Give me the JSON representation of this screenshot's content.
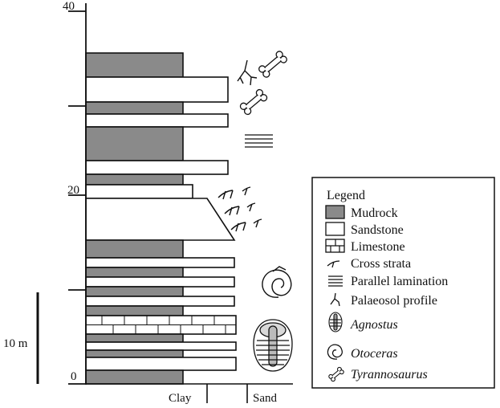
{
  "axis": {
    "ticks": [
      "40",
      "20",
      "0"
    ],
    "scale_bar_label": "10 m",
    "grain_labels": [
      "Clay",
      "Sand"
    ]
  },
  "legend": {
    "title": "Legend",
    "items": [
      {
        "label": "Mudrock",
        "icon": "mudrock-swatch"
      },
      {
        "label": "Sandstone",
        "icon": "sandstone-swatch"
      },
      {
        "label": "Limestone",
        "icon": "limestone-swatch"
      },
      {
        "label": "Cross strata",
        "icon": "cross-strata-icon"
      },
      {
        "label": "Parallel lamination",
        "icon": "parallel-lamination-icon"
      },
      {
        "label": "Palaeosol profile",
        "icon": "palaeosol-icon"
      },
      {
        "label": "Agnostus",
        "icon": "trilobite-icon",
        "italic": true
      },
      {
        "label": "Otoceras",
        "icon": "ammonite-icon",
        "italic": true
      },
      {
        "label": "Tyrannosaurus",
        "icon": "bone-icon",
        "italic": true
      }
    ]
  },
  "colors": {
    "mudrock": "#8a8a8a",
    "sandstone": "#ffffff",
    "limestone": "#ffffff",
    "line": "#111111"
  }
}
